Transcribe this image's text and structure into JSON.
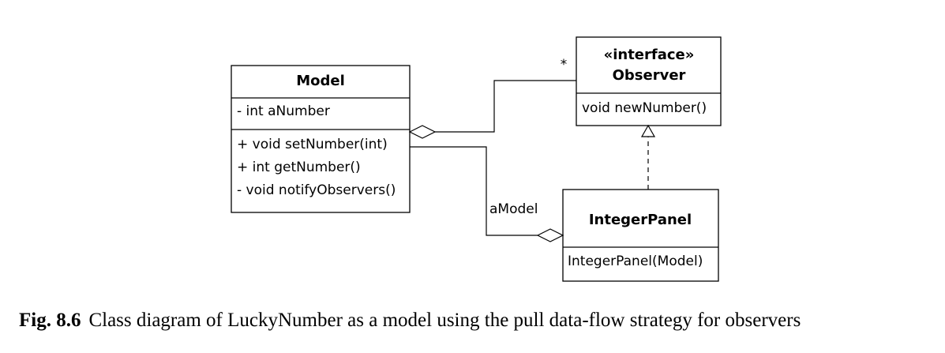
{
  "classes": {
    "model": {
      "name": "Model",
      "attributes": [
        "- int aNumber"
      ],
      "operations": [
        "+ void setNumber(int)",
        "+ int getNumber()",
        "- void notifyObservers()"
      ]
    },
    "observer": {
      "stereotype": "«interface»",
      "name": "Observer",
      "operations": [
        "void newNumber()"
      ]
    },
    "integer_panel": {
      "name": "IntegerPanel",
      "operations": [
        "IntegerPanel(Model)"
      ]
    }
  },
  "relations": {
    "model_observer_multiplicity": "*",
    "panel_model_role": "aModel"
  },
  "caption": {
    "label": "Fig. 8.6",
    "text": "Class diagram of LuckyNumber as a model using the pull data-flow strategy for observers"
  }
}
